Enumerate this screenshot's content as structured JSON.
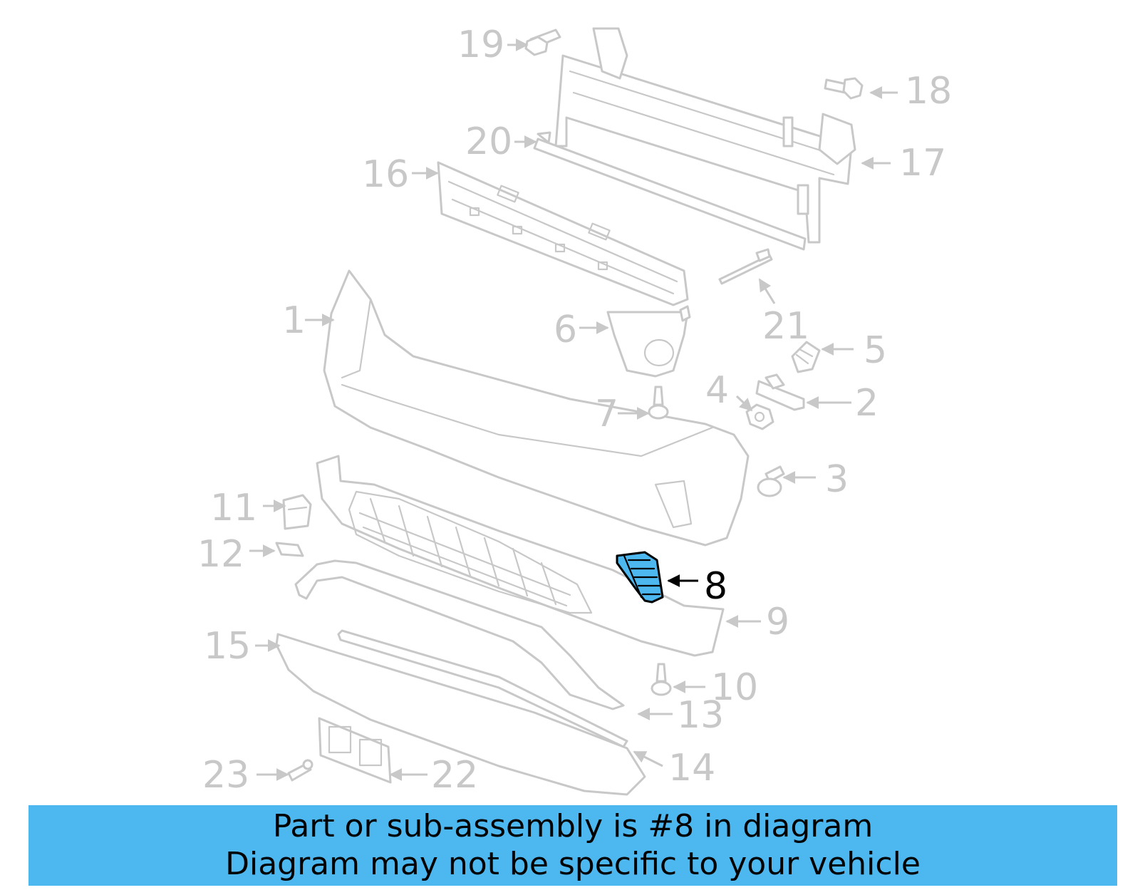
{
  "diagram": {
    "callouts": [
      "1",
      "2",
      "3",
      "4",
      "5",
      "6",
      "7",
      "8",
      "9",
      "10",
      "11",
      "12",
      "13",
      "14",
      "15",
      "16",
      "17",
      "18",
      "19",
      "20",
      "21",
      "22",
      "23"
    ],
    "highlighted_part": "8",
    "highlight_color": "#4db8f0",
    "line_color": "#c8c8c8"
  },
  "footer": {
    "line1": "Part or sub-assembly is #8 in diagram",
    "line2": "Diagram may not be specific to your vehicle",
    "background": "#4db8f0"
  }
}
